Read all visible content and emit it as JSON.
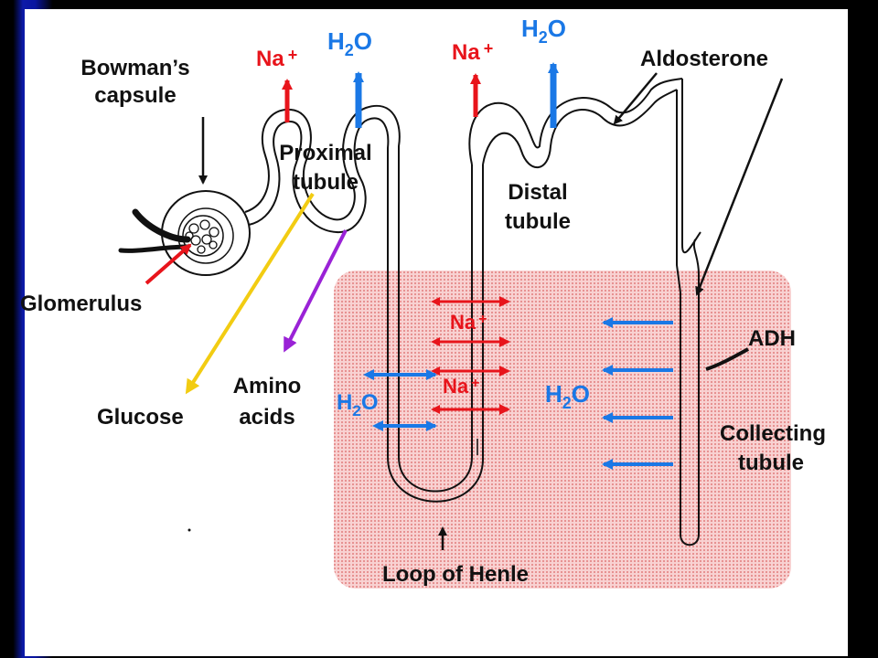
{
  "labels": {
    "bowmans_capsule_line1": "Bowman’s",
    "bowmans_capsule_line2": "capsule",
    "glomerulus": "Glomerulus",
    "proximal_line1": "Proximal",
    "proximal_line2": "tubule",
    "distal_line1": "Distal",
    "distal_line2": "tubule",
    "aldosterone": "Aldosterone",
    "adh": "ADH",
    "collecting_line1": "Collecting",
    "collecting_line2": "tubule",
    "glucose": "Glucose",
    "amino_line1": "Amino",
    "amino_line2": "acids",
    "loop_of_henle": "Loop of Henle",
    "na_plus_1": "Na",
    "na_plus_2": "Na",
    "na_interstitial_1": "Na",
    "na_interstitial_2": "Na",
    "plus": "+",
    "h2o_h": "H",
    "h2o_2": "2",
    "h2o_o": "O"
  },
  "colors": {
    "sodium": "#e8141b",
    "water": "#1a78e6",
    "glucose_arrow": "#f2cc12",
    "amino_arrow": "#9a22d6",
    "interstitial": "#f5b4b4",
    "outline": "#111111"
  }
}
